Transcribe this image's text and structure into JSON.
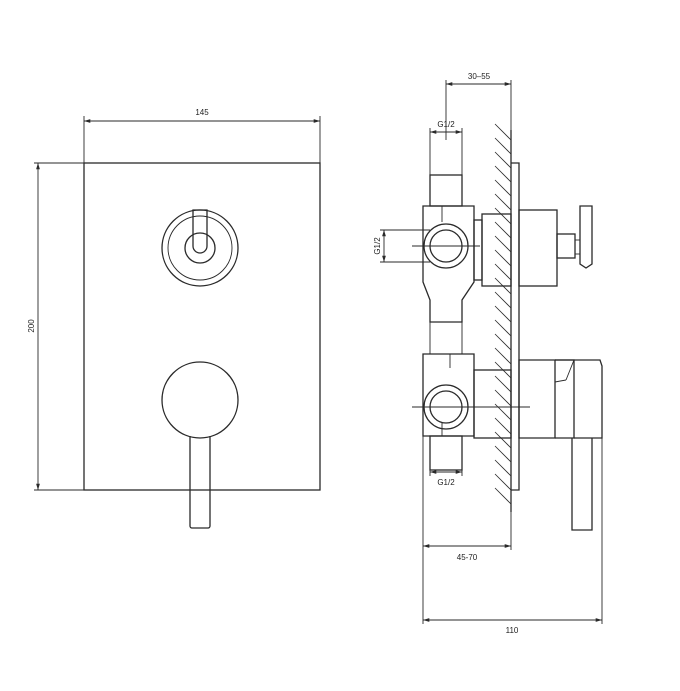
{
  "dimensions": {
    "width": "145",
    "height": "200",
    "depth_wall_offset": "30–55",
    "thread_top": "G1/2",
    "thread_side": "G1/2",
    "thread_bottom": "G1/2",
    "install_depth": "45-70",
    "total_depth": "110"
  }
}
